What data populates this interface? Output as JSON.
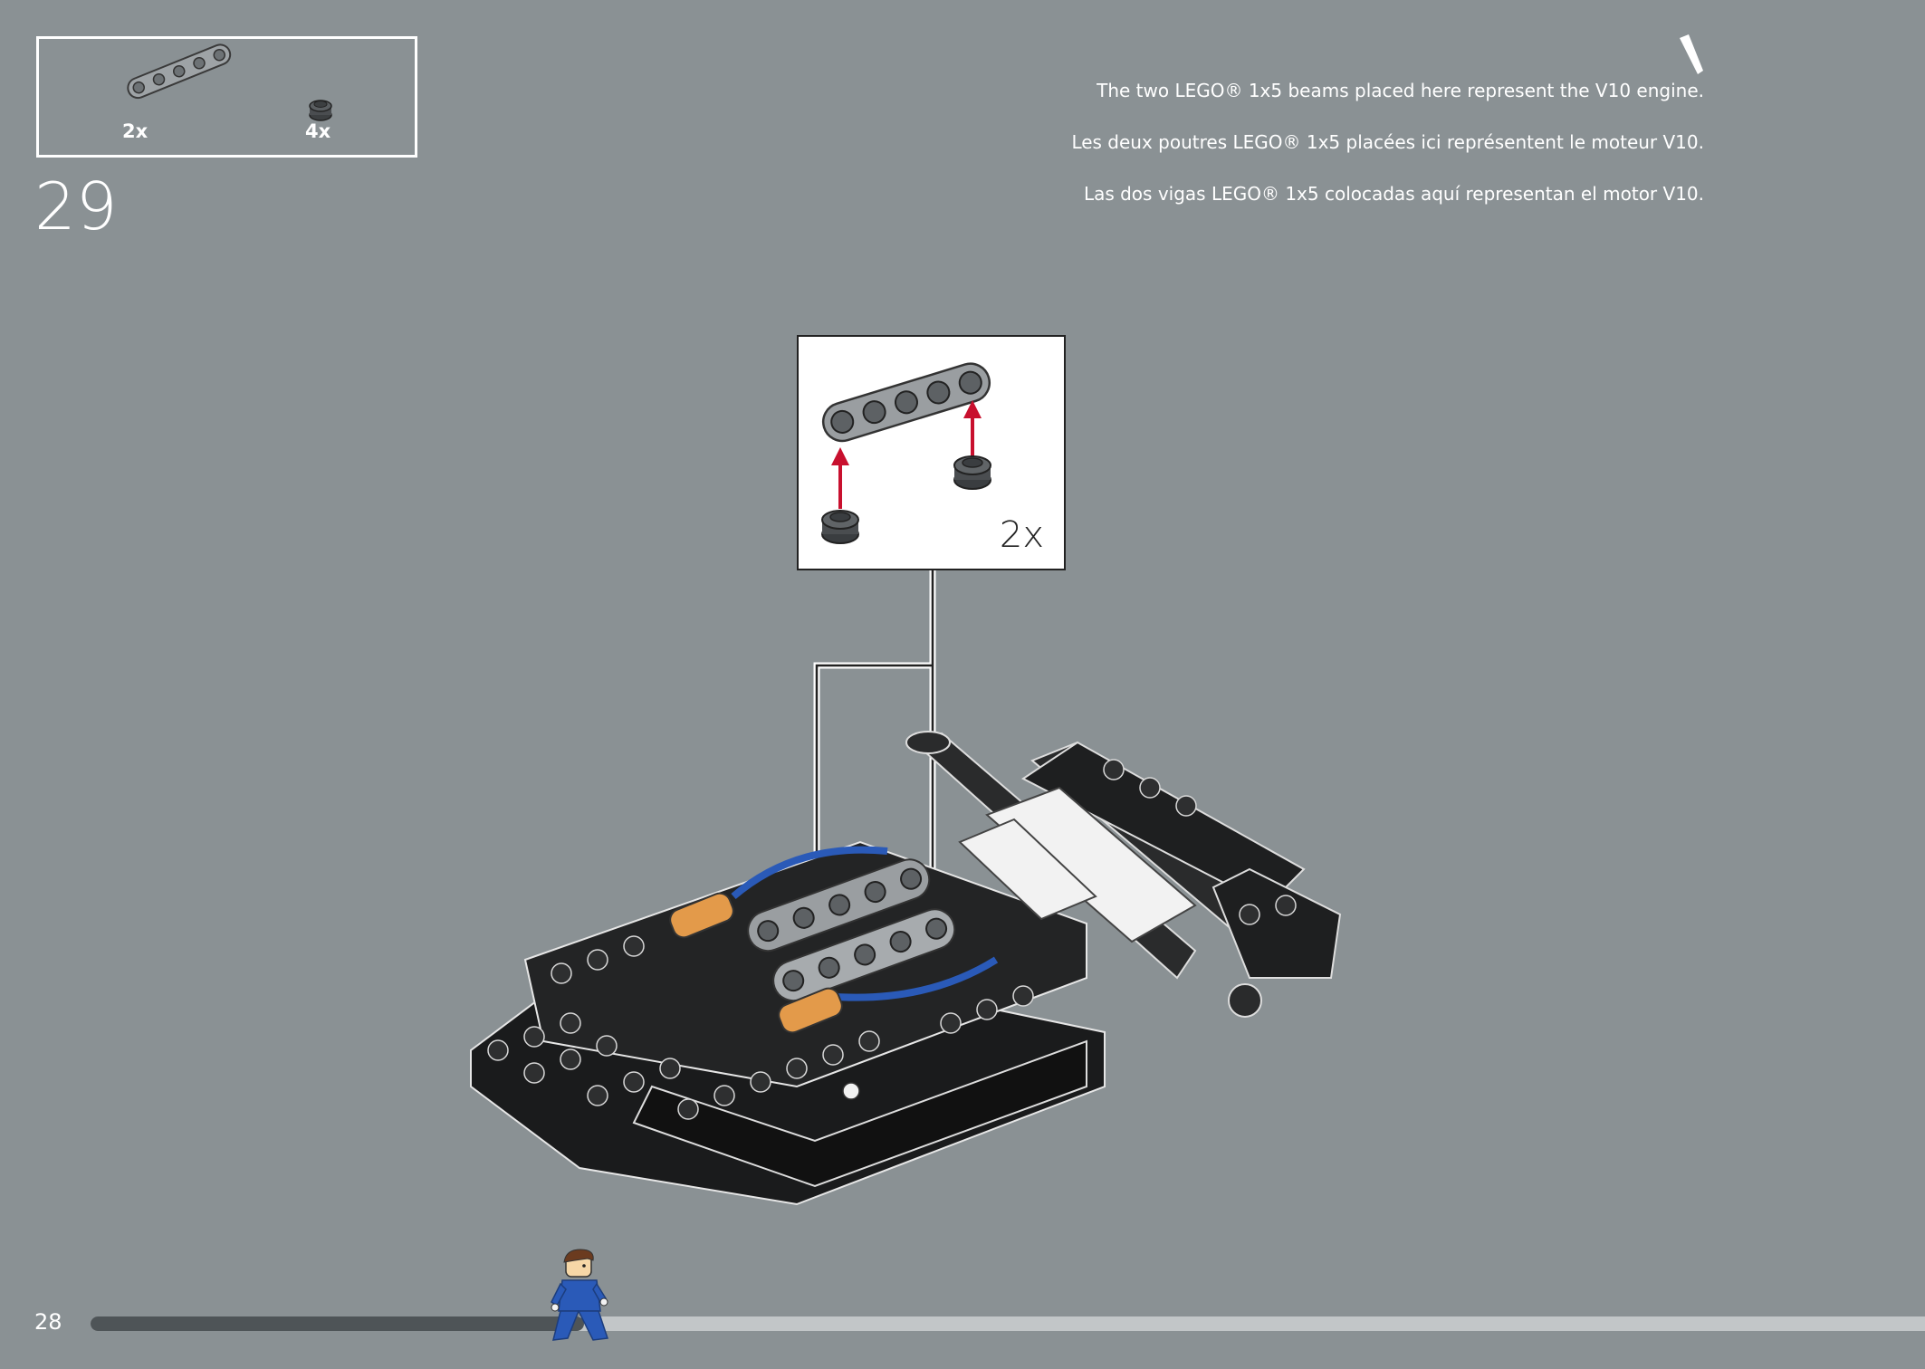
{
  "parts_list": {
    "items": [
      {
        "icon": "technic-beam-1x5-icon",
        "qty": "2x"
      },
      {
        "icon": "round-plate-1x1-icon",
        "qty": "4x"
      }
    ]
  },
  "step": {
    "number": "29"
  },
  "description": {
    "en": "The two LEGO® 1x5 beams placed here represent the V10 engine.",
    "fr": "Les deux poutres LEGO® 1x5 placées ici représentent le moteur V10.",
    "es": "Las dos vigas LEGO® 1x5 colocadas aquí representan el motor V10."
  },
  "callout": {
    "qty": "2x"
  },
  "footer": {
    "page_number": "28",
    "progress": 0.2
  },
  "colors": {
    "background": "#8a9194",
    "accent_red": "#c8102e",
    "progress_fill": "#4e5457",
    "progress_track": "#c2c6c8"
  }
}
